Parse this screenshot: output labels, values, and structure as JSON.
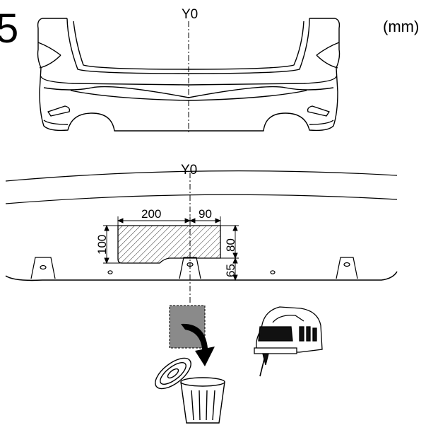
{
  "step_number": "5",
  "units": "(mm)",
  "top_view": {
    "axis_label": "Y0"
  },
  "cut_view": {
    "axis_label": "Y0",
    "dimensions": {
      "width_left": "200",
      "width_right": "90",
      "height_left": "100",
      "height_right": "80",
      "offset_bottom": "65"
    }
  },
  "icons": [
    "bumper-rear-view",
    "cutout-panel",
    "discard-arrow-icon",
    "trash-can-icon",
    "jigsaw-icon"
  ],
  "colors": {
    "line": "#000000",
    "removed_piece": "#8a8a8a",
    "tool_dark": "#111111"
  }
}
